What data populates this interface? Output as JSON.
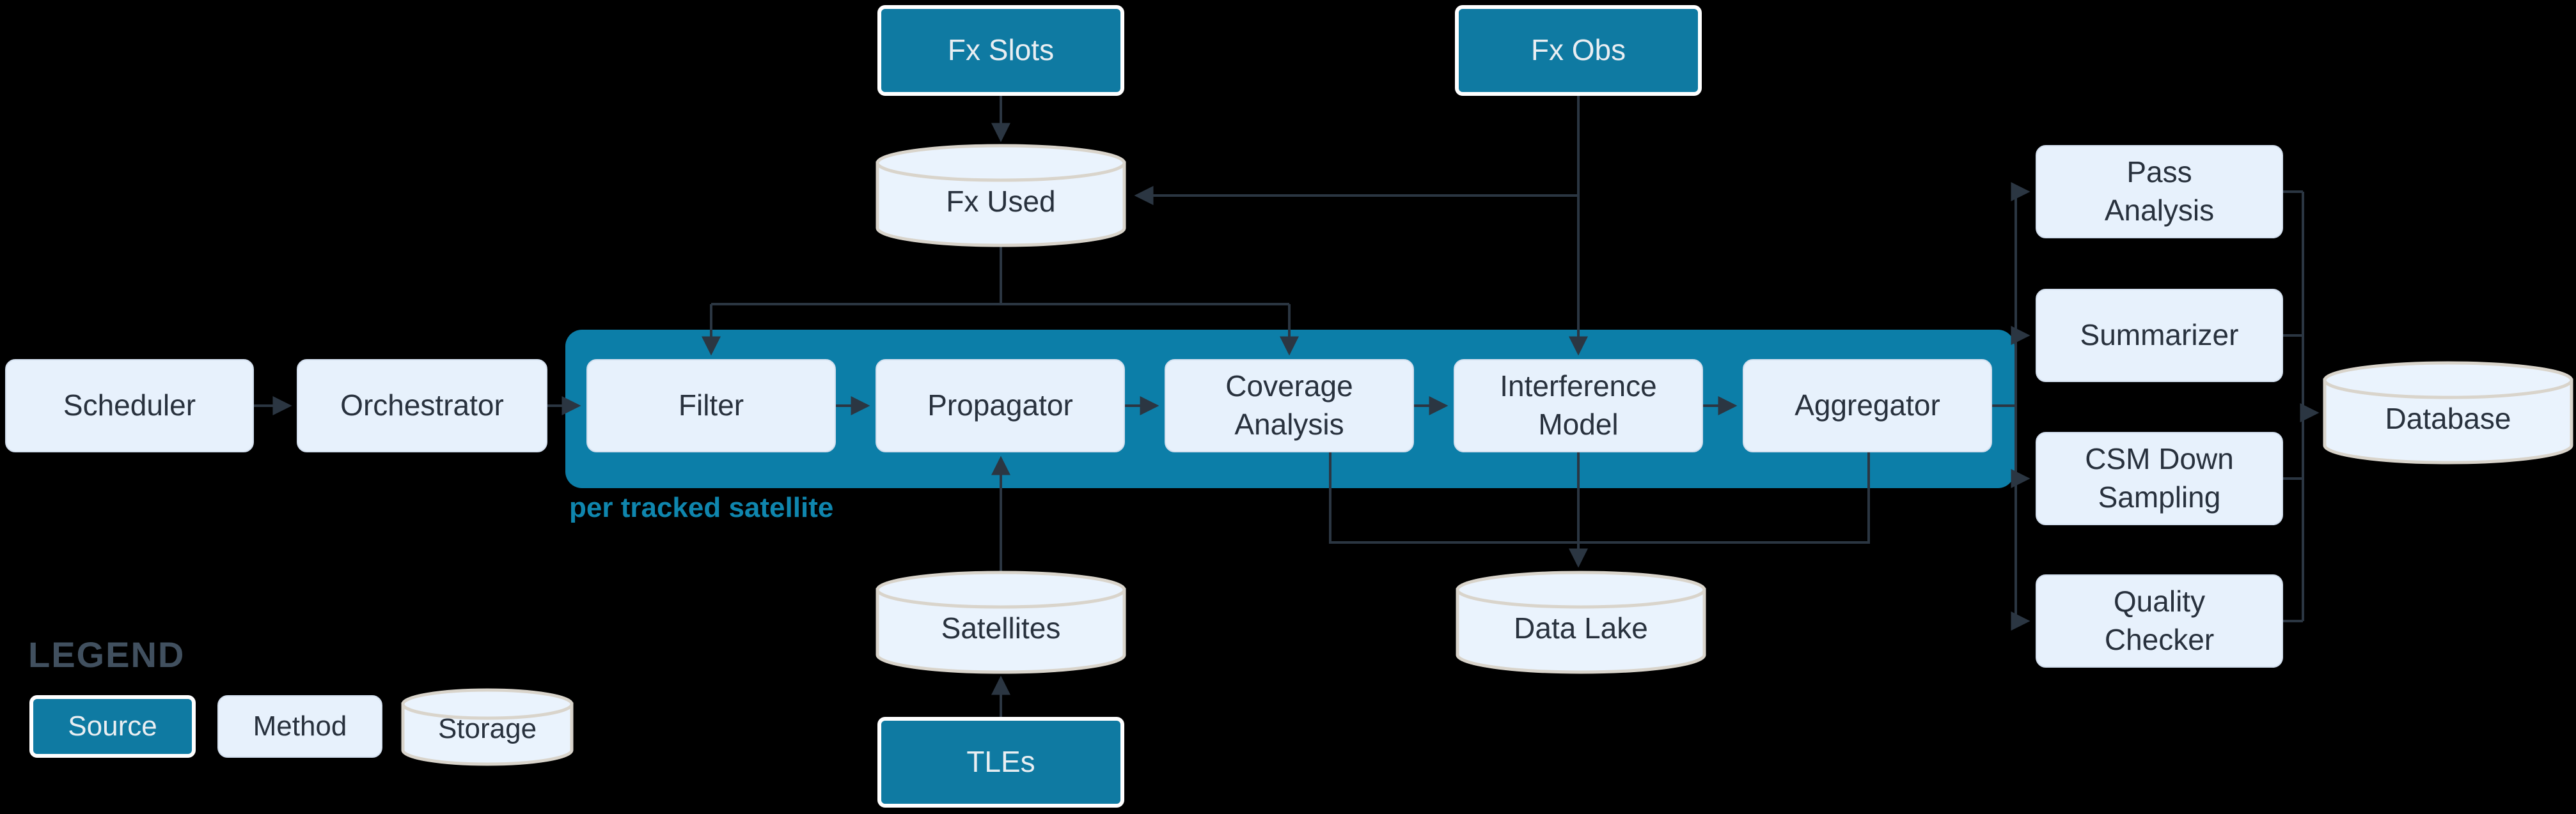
{
  "nodes": {
    "scheduler": {
      "label": "Scheduler",
      "type": "method"
    },
    "orchestrator": {
      "label": "Orchestrator",
      "type": "method"
    },
    "filter": {
      "label": "Filter",
      "type": "method"
    },
    "propagator": {
      "label": "Propagator",
      "type": "method"
    },
    "coverage_analysis": {
      "label": "Coverage\nAnalysis",
      "type": "method"
    },
    "interference_model": {
      "label": "Interference\nModel",
      "type": "method"
    },
    "aggregator": {
      "label": "Aggregator",
      "type": "method"
    },
    "fx_slots": {
      "label": "Fx Slots",
      "type": "source"
    },
    "fx_obs": {
      "label": "Fx Obs",
      "type": "source"
    },
    "tles": {
      "label": "TLEs",
      "type": "source"
    },
    "fx_used": {
      "label": "Fx Used",
      "type": "storage"
    },
    "satellites": {
      "label": "Satellites",
      "type": "storage"
    },
    "data_lake": {
      "label": "Data Lake",
      "type": "storage"
    },
    "database": {
      "label": "Database",
      "type": "storage"
    },
    "pass_analysis": {
      "label": "Pass\nAnalysis",
      "type": "method"
    },
    "summarizer": {
      "label": "Summarizer",
      "type": "method"
    },
    "csm_down_sampling": {
      "label": "CSM Down\nSampling",
      "type": "method"
    },
    "quality_checker": {
      "label": "Quality\nChecker",
      "type": "method"
    }
  },
  "container": {
    "label": "per tracked satellite"
  },
  "legend": {
    "title": "LEGEND",
    "items": [
      {
        "label": "Source",
        "type": "source"
      },
      {
        "label": "Method",
        "type": "method"
      },
      {
        "label": "Storage",
        "type": "storage"
      }
    ]
  },
  "colors": {
    "background": "#000000",
    "source_fill": "#0f7aa2",
    "container_fill": "#0c7ea8",
    "method_fill": "#e7f1fc",
    "method_border": "#d3dfee",
    "storage_fill": "#eaf3fd",
    "storage_stroke": "#d9d4cb",
    "line": "#2b3642",
    "text_dark": "#28313d",
    "text_light": "#e9eef2",
    "container_label": "#0f86ae",
    "legend_title": "#41505f"
  }
}
